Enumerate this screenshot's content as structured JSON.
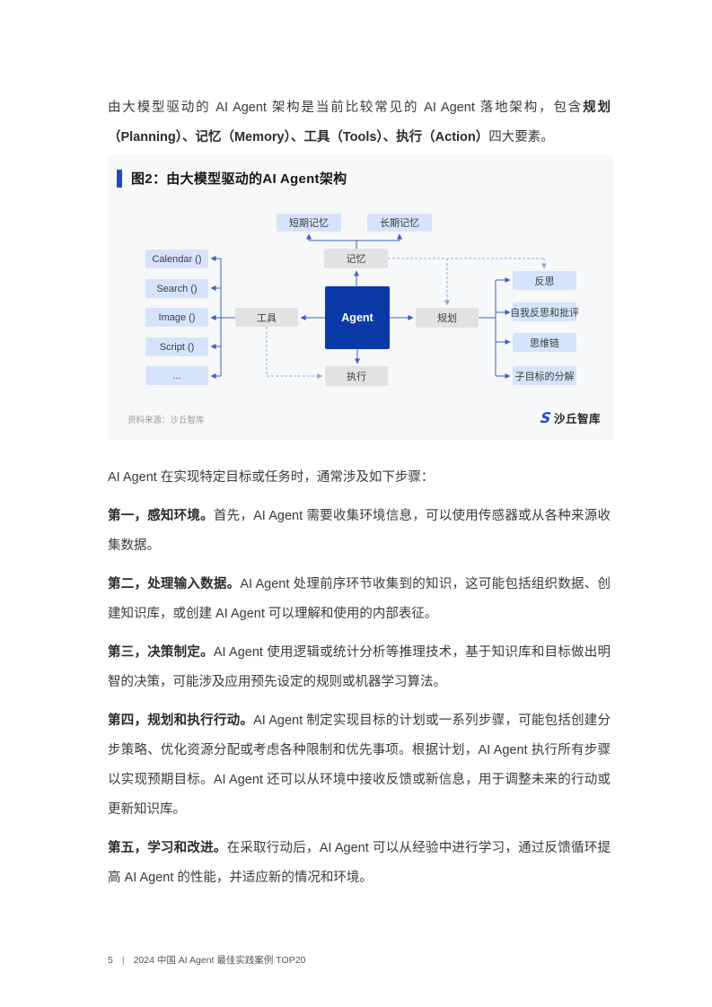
{
  "intro": {
    "pre": "由大模型驱动的 AI Agent 架构是当前比较常见的 AI Agent 落地架构，包含",
    "bold": "规划（Planning）、记忆（Memory）、工具（Tools）、执行（Action）",
    "post": "四大要素。"
  },
  "figure": {
    "title": "图2：由大模型驱动的AI Agent架构",
    "source": "资料来源：沙丘智库",
    "logo_text": "沙丘智库",
    "logo_icon": "stylized-S-sand-dune-mark",
    "nodes": {
      "agent": "Agent",
      "memory": "记忆",
      "short_term_memory": "短期记忆",
      "long_term_memory": "长期记忆",
      "tools": "工具",
      "planning": "规划",
      "action": "执行"
    },
    "tool_items": [
      "Calendar ()",
      "Search ()",
      "Image ()",
      "Script ()",
      "..."
    ],
    "planning_items": [
      "反思",
      "自我反思和批评",
      "思维链",
      "子目标的分解"
    ]
  },
  "body": {
    "steps_intro": "AI Agent 在实现特定目标或任务时，通常涉及如下步骤：",
    "paragraphs": [
      {
        "lead": "第一，感知环境。",
        "text": "首先，AI Agent 需要收集环境信息，可以使用传感器或从各种来源收集数据。"
      },
      {
        "lead": "第二，处理输入数据。",
        "text": "AI Agent 处理前序环节收集到的知识，这可能包括组织数据、创建知识库，或创建 AI Agent 可以理解和使用的内部表征。"
      },
      {
        "lead": "第三，决策制定。",
        "text": "AI Agent 使用逻辑或统计分析等推理技术，基于知识库和目标做出明智的决策，可能涉及应用预先设定的规则或机器学习算法。"
      },
      {
        "lead": "第四，规划和执行行动。",
        "text": "AI Agent 制定实现目标的计划或一系列步骤，可能包括创建分步策略、优化资源分配或考虑各种限制和优先事项。根据计划，AI Agent 执行所有步骤以实现预期目标。AI Agent 还可以从环境中接收反馈或新信息，用于调整未来的行动或更新知识库。"
      },
      {
        "lead": "第五，学习和改进。",
        "text": "在采取行动后，AI Agent 可以从经验中进行学习，通过反馈循环提高 AI Agent 的性能，并适应新的情况和环境。"
      }
    ]
  },
  "footer": {
    "page_number": "5",
    "divider": "|",
    "title": "2024 中国 AI Agent 最佳实践案例 TOP20"
  },
  "colors": {
    "accent_blue": "#1e49c9",
    "agent_box": "#0b3aa6",
    "light_blue_box": "#d6e4fb",
    "gray_box": "#e2e2e2",
    "panel_background": "#f7f8fa",
    "connector_solid": "#3b5fc0",
    "connector_dashed": "#93aadb"
  }
}
